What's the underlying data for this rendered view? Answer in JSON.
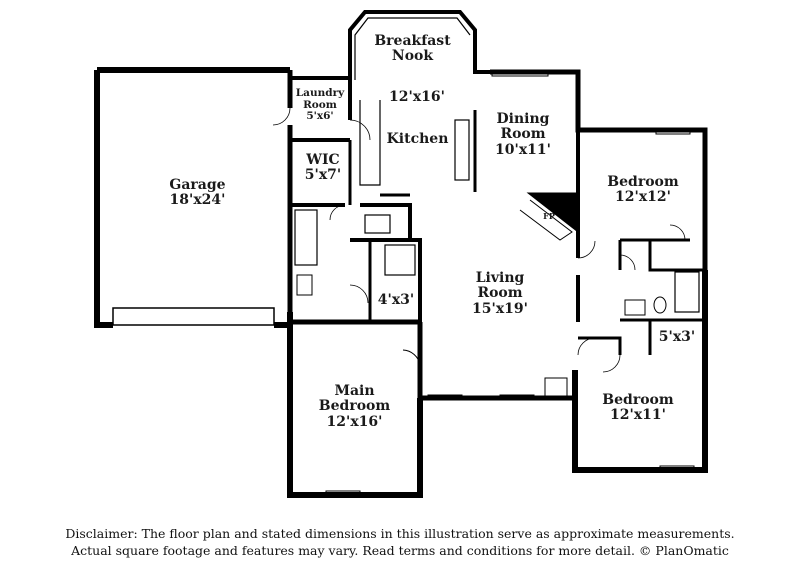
{
  "rooms": {
    "garage": {
      "name": "Garage",
      "dims": "18'x24'"
    },
    "laundry": {
      "name": "Laundry Room",
      "name_line1": "Laundry",
      "name_line2": "Room",
      "dims": "5'x6'"
    },
    "breakfast": {
      "name_line1": "Breakfast",
      "name_line2": "Nook",
      "dims": "12'x16'"
    },
    "kitchen": {
      "name": "Kitchen"
    },
    "wic": {
      "name": "WIC",
      "dims": "5'x7'"
    },
    "dining": {
      "name_line1": "Dining",
      "name_line2": "Room",
      "dims": "10'x11'"
    },
    "bedroom2": {
      "name": "Bedroom",
      "dims": "12'x12'"
    },
    "fireplace": {
      "name": "FP"
    },
    "living": {
      "name_line1": "Living",
      "name_line2": "Room",
      "dims": "15'x19'"
    },
    "closet_a": {
      "dims": "4'x3'"
    },
    "closet_b": {
      "dims": "5'x3'"
    },
    "main_bedroom": {
      "name_line1": "Main",
      "name_line2": "Bedroom",
      "dims": "12'x16'"
    },
    "bedroom3": {
      "name": "Bedroom",
      "dims": "12'x11'"
    }
  },
  "disclaimer": {
    "line1": "Disclaimer: The floor plan and stated dimensions in this illustration serve as approximate measurements.",
    "line2": "Actual square footage and features may vary. Read terms and conditions for more detail. © PlanOmatic"
  }
}
